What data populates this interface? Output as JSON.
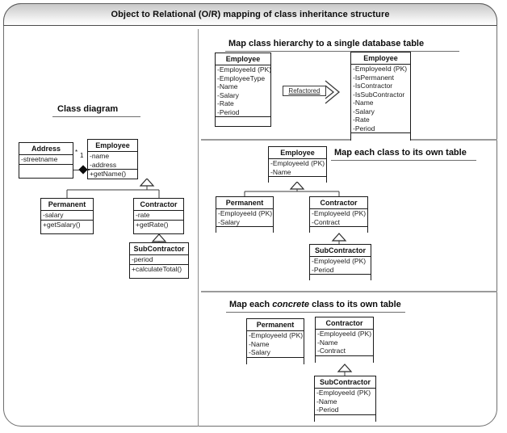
{
  "window": {
    "title": "Object to Relational (O/R) mapping of class inheritance structure"
  },
  "left_pane": {
    "heading": "Class diagram",
    "multiplicity_many": "*",
    "multiplicity_one": "1",
    "classes": [
      {
        "name": "Address",
        "attributes": [
          "-streetname"
        ],
        "operations": []
      },
      {
        "name": "Employee",
        "attributes": [
          "-name",
          "-address"
        ],
        "operations": [
          "+getName()"
        ]
      },
      {
        "name": "Permanent",
        "attributes": [
          "-salary"
        ],
        "operations": [
          "+getSalary()"
        ]
      },
      {
        "name": "Contractor",
        "attributes": [
          "-rate"
        ],
        "operations": [
          "+getRate()"
        ]
      },
      {
        "name": "SubContractor",
        "attributes": [
          "-period"
        ],
        "operations": [
          "+calculateTotal()"
        ]
      }
    ]
  },
  "section1": {
    "heading": "Map class hierarchy to a single database table",
    "arrow_label": "Refactored",
    "tables": [
      {
        "name": "Employee",
        "columns": [
          "-EmployeeId (PK)",
          "-EmployeeType",
          "-Name",
          "-Salary",
          "-Rate",
          "-Period"
        ]
      },
      {
        "name": "Employee",
        "columns": [
          "-EmployeeId (PK)",
          "-IsPermanent",
          "-IsContractor",
          "-IsSubContractor",
          "-Name",
          "-Salary",
          "-Rate",
          "-Period"
        ]
      }
    ]
  },
  "section2": {
    "heading": "Map each class to its own table",
    "tables": [
      {
        "name": "Employee",
        "columns": [
          "-EmployeeId (PK)",
          "-Name"
        ]
      },
      {
        "name": "Permanent",
        "columns": [
          "-EmployeeId (PK)",
          "-Salary"
        ]
      },
      {
        "name": "Contractor",
        "columns": [
          "-EmployeeId (PK)",
          "-Contract"
        ]
      },
      {
        "name": "SubContractor",
        "columns": [
          "-EmployeeId (PK)",
          "-Period"
        ]
      }
    ]
  },
  "section3": {
    "heading_before": "Map each ",
    "heading_italic": "concrete",
    "heading_after": " class to its own table",
    "tables": [
      {
        "name": "Permanent",
        "columns": [
          "-EmployeeId (PK)",
          "-Name",
          "-Salary"
        ]
      },
      {
        "name": "Contractor",
        "columns": [
          "-EmployeeId (PK)",
          "-Name",
          "-Contract"
        ]
      },
      {
        "name": "SubContractor",
        "columns": [
          "-EmployeeId (PK)",
          "-Name",
          "-Period"
        ]
      }
    ]
  },
  "colors": {
    "border": "#1a1a1a",
    "divider": "#9a9a9a",
    "title_text": "#0d0d0d",
    "connector": "#3a3a3a"
  }
}
